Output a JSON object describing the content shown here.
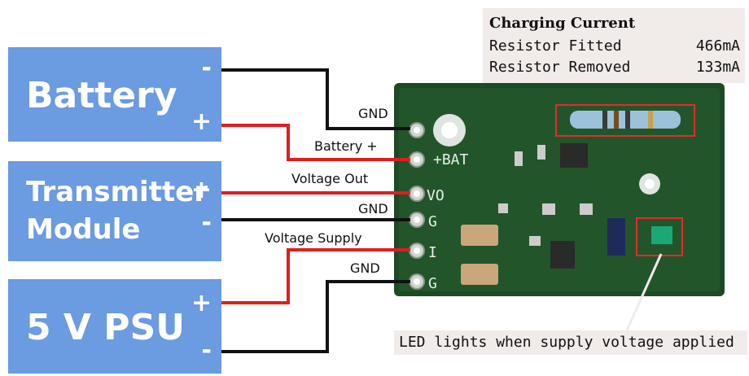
{
  "boxes": {
    "battery": {
      "name": "Battery",
      "sign_top": "-",
      "sign_bottom": "+"
    },
    "transmitter": {
      "name_line1": "Transmitter",
      "name_line2": "Module",
      "sign_top": "+",
      "sign_bottom": "-"
    },
    "psu": {
      "name": "5 V PSU",
      "sign_top": "+",
      "sign_bottom": "-"
    }
  },
  "wire_labels": [
    "GND",
    "Battery +",
    "Voltage Out",
    "GND",
    "Voltage Supply",
    "GND"
  ],
  "charging": {
    "title": "Charging Current",
    "rows": [
      {
        "label": "Resistor Fitted",
        "value": "466mA"
      },
      {
        "label": "Resistor Removed",
        "value": "133mA"
      }
    ]
  },
  "pcb_silkscreen": {
    "bat": "+BAT",
    "vo": "VO",
    "g": "G",
    "i": "I",
    "g2": "G"
  },
  "led_caption": "LED lights when supply voltage applied",
  "colors": {
    "box_fill": "#6b9be0",
    "wire_red": "#e01e1e",
    "wire_black": "#111111",
    "pcb": "#1c4a24",
    "highlight": "#e52a2a"
  }
}
